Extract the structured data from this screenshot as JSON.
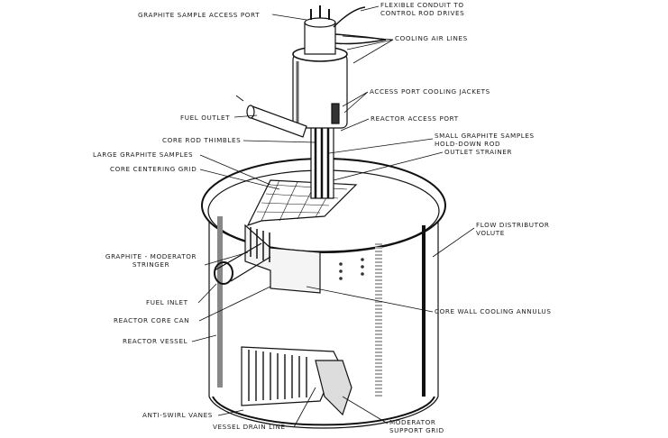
{
  "labels": {
    "graphite_sample_access_port": "GRAPHITE SAMPLE ACCESS PORT",
    "flexible_conduit_1": "FLEXIBLE CONDUIT TO",
    "flexible_conduit_2": "CONTROL ROD DRIVES",
    "cooling_air_lines": "COOLING AIR LINES",
    "access_port_cooling_jackets": "ACCESS PORT COOLING JACKETS",
    "fuel_outlet": "FUEL OUTLET",
    "reactor_access_port": "REACTOR ACCESS PORT",
    "core_rod_thimbles": "CORE ROD THIMBLES",
    "small_graphite_samples_1": "SMALL GRAPHITE SAMPLES",
    "small_graphite_samples_2": "HOLD-DOWN ROD",
    "large_graphite_samples": "LARGE GRAPHITE SAMPLES",
    "outlet_strainer": "OUTLET STRAINER",
    "core_centering_grid": "CORE CENTERING GRID",
    "flow_distributor_1": "FLOW DISTRIBUTOR",
    "flow_distributor_2": "VOLUTE",
    "graphite_moderator_1": "GRAPHITE - MODERATOR",
    "graphite_moderator_2": "STRINGER",
    "fuel_inlet": "FUEL INLET",
    "reactor_core_can": "REACTOR CORE CAN",
    "core_wall_cooling_annulus": "CORE WALL COOLING ANNULUS",
    "reactor_vessel": "REACTOR VESSEL",
    "anti_swirl_vanes": "ANTI-SWIRL VANES",
    "vessel_drain_line": "VESSEL DRAIN LINE",
    "moderator_support_grid_1": "MODERATOR",
    "moderator_support_grid_2": "SUPPORT GRID"
  }
}
